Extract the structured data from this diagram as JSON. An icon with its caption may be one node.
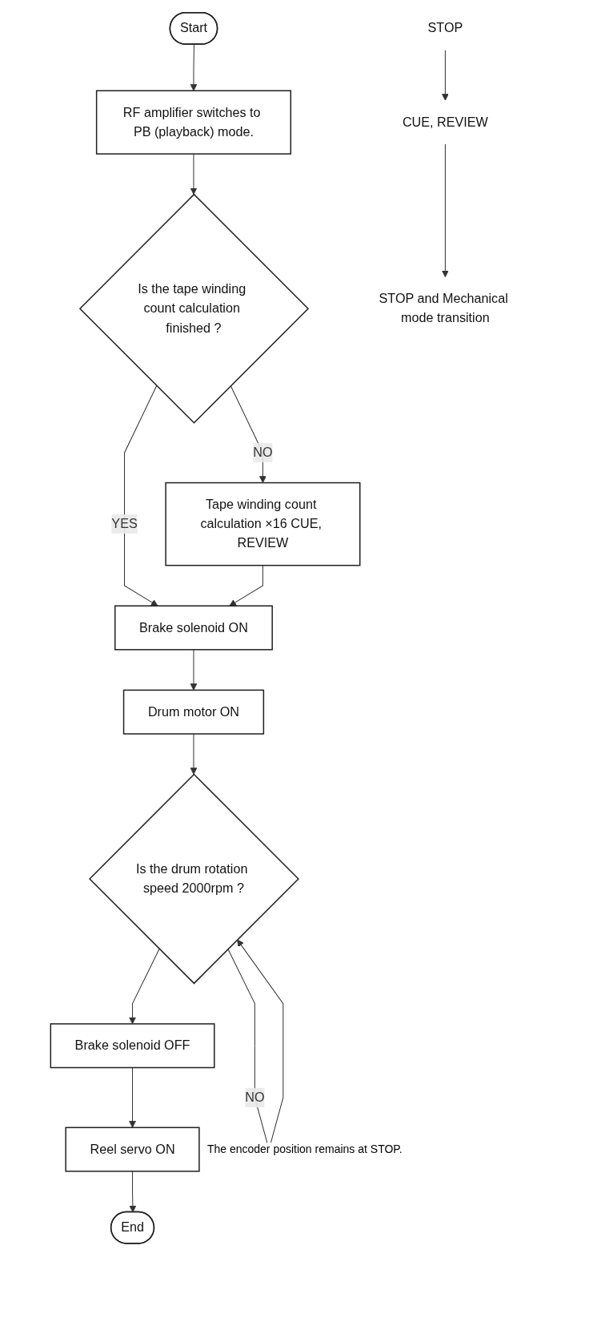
{
  "diagram": {
    "nodes": [
      {
        "text": [
          "Start"
        ]
      },
      {
        "text": [
          "RF amplifier switches to PB (playback) mode."
        ]
      },
      {
        "text": [
          "Is the tape winding count calculation finished ?"
        ]
      },
      {
        "text": [
          "Tape winding count calculation ×16 CUE, REVIEW"
        ]
      },
      {
        "text": [
          "Brake solenoid ON"
        ]
      },
      {
        "text": [
          "Drum motor ON"
        ]
      },
      {
        "text": [
          "Is the drum rotation speed 2000rpm ?"
        ]
      },
      {
        "text": [
          "Brake solenoid OFF"
        ]
      },
      {
        "text": [
          "Reel servo ON"
        ],
        "beside": [
          "The encoder position remains at STOP."
        ]
      },
      {
        "text": [
          "End"
        ]
      },
      {
        "text": [
          "STOP"
        ]
      },
      {
        "text": [
          "CUE, REVIEW"
        ]
      },
      {
        "text": [
          "STOP and Mechanical mode transition"
        ]
      }
    ],
    "edges": [
      {
        "from": 0,
        "to": 1,
        "arrow": "to"
      },
      {
        "from": 1,
        "to": 2,
        "arrow": "to"
      },
      {
        "from": 2,
        "to": 3,
        "arrow": "to",
        "label": "NO"
      },
      {
        "from": 2,
        "to": 4,
        "arrow": "to",
        "label": "YES"
      },
      {
        "from": 3,
        "to": 4,
        "arrow": "to"
      },
      {
        "from": 4,
        "to": 5,
        "arrow": "to"
      },
      {
        "from": 5,
        "to": 6,
        "arrow": "to"
      },
      {
        "from": 6,
        "to": 6,
        "arrow": "to",
        "label": "NO"
      },
      {
        "from": 6,
        "to": 7,
        "arrow": "to"
      },
      {
        "from": 7,
        "to": 8,
        "arrow": "to"
      },
      {
        "from": 8,
        "to": 9,
        "arrow": "to"
      },
      {
        "from": 10,
        "to": 11,
        "arrow": "to"
      },
      {
        "from": 11,
        "to": 12,
        "arrow": "to"
      }
    ]
  }
}
